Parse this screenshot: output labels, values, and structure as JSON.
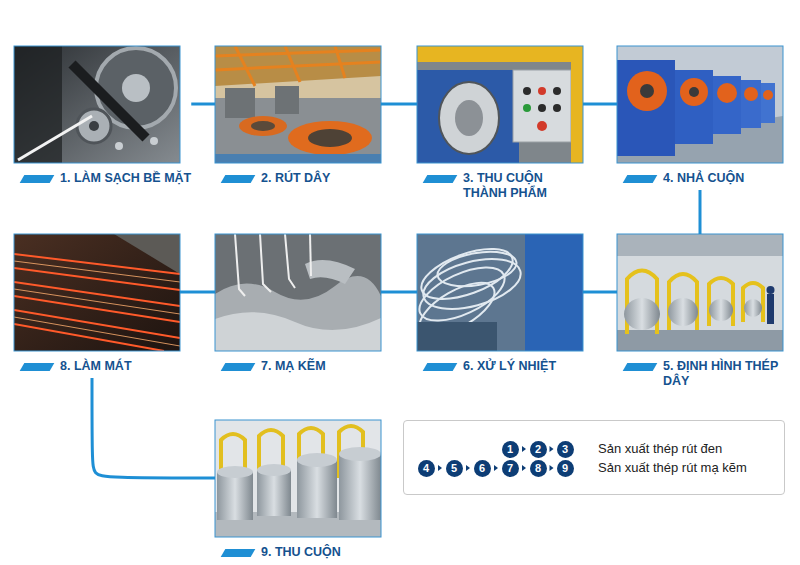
{
  "diagram": {
    "nodes": [
      {
        "text": [
          "1. LÀM SẠCH BỀ MẶT"
        ]
      },
      {
        "text": [
          "2. RÚT DÂY"
        ]
      },
      {
        "text": [
          "3. THU CUỘN THÀNH PHẨM"
        ]
      },
      {
        "text": [
          "4. NHẢ CUỘN"
        ]
      },
      {
        "text": [
          "5. ĐỊNH HÌNH THÉP DÂY"
        ]
      },
      {
        "text": [
          "6. XỬ LÝ NHIỆT"
        ]
      },
      {
        "text": [
          "7. MẠ KẼM"
        ]
      },
      {
        "text": [
          "8. LÀM MÁT"
        ]
      },
      {
        "text": [
          "9. THU CUỘN"
        ]
      }
    ],
    "edges": [
      {
        "from": 0,
        "to": 1,
        "arrow": "none"
      },
      {
        "from": 1,
        "to": 2,
        "arrow": "none"
      },
      {
        "from": 2,
        "to": 3,
        "arrow": "none"
      },
      {
        "from": 3,
        "to": 4,
        "arrow": "none"
      },
      {
        "from": 4,
        "to": 5,
        "arrow": "none"
      },
      {
        "from": 5,
        "to": 6,
        "arrow": "none"
      },
      {
        "from": 6,
        "to": 7,
        "arrow": "none"
      },
      {
        "from": 7,
        "to": 8,
        "arrow": "none"
      }
    ],
    "labels": [
      "1",
      "2",
      "3",
      "4",
      "5",
      "6",
      "7",
      "8",
      "9"
    ],
    "legend": [
      {
        "text": "Sản xuất thép rút đen"
      },
      {
        "text": "Sản xuất thép rút mạ kẽm"
      }
    ]
  }
}
